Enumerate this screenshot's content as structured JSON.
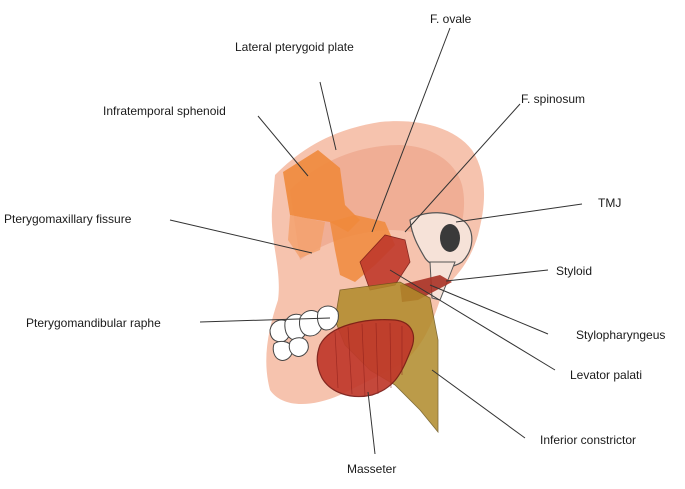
{
  "labels": {
    "f_ovale": "F. ovale",
    "lateral_pterygoid_plate": "Lateral pterygoid plate",
    "f_spinosum": "F. spinosum",
    "infratemporal_sphenoid": "Infratemporal sphenoid",
    "tmj": "TMJ",
    "pterygomaxillary_fissure": "Pterygomaxillary fissure",
    "styloid": "Styloid",
    "pterygomandibular_raphe": "Pterygomandibular raphe",
    "stylopharyngeus": "Stylopharyngeus",
    "levator_palati": "Levator palati",
    "inferior_constrictor": "Inferior constrictor",
    "masseter": "Masseter"
  },
  "colors": {
    "skin": "#f4b9a0",
    "skin_dark": "#ea9a7c",
    "bone_orange": "#f08a3c",
    "muscle_red": "#c0392b",
    "muscle_dark": "#8e1f1a",
    "constrictor_olive": "#b08a2a",
    "teeth": "#ffffff",
    "leader_line": "#333333"
  }
}
